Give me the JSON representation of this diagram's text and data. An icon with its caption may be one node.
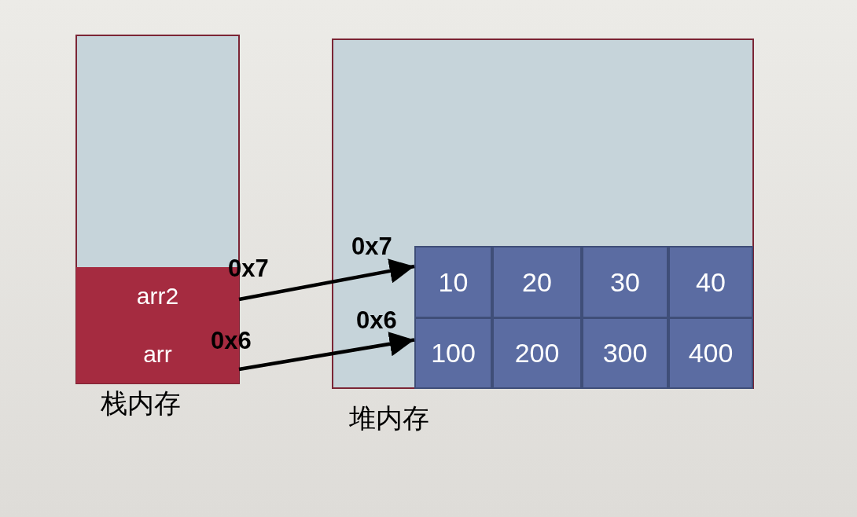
{
  "diagram": {
    "nodes": [
      {
        "text": [],
        "shape": "box",
        "beside": [
          "栈内存"
        ]
      },
      {
        "text": [
          "arr2"
        ],
        "in": 0
      },
      {
        "text": [
          "arr"
        ],
        "in": 0
      },
      {
        "text": [],
        "shape": "box",
        "beside": [
          "堆内存"
        ]
      },
      {
        "text": [],
        "shape": "bar",
        "in": 3,
        "beside": [
          "0x7"
        ]
      },
      {
        "text": [
          "10"
        ],
        "in": 4
      },
      {
        "text": [
          "20"
        ],
        "in": 4
      },
      {
        "text": [
          "30"
        ],
        "in": 4
      },
      {
        "text": [
          "40"
        ],
        "in": 4
      },
      {
        "text": [],
        "shape": "bar",
        "in": 3,
        "beside": [
          "0x6"
        ]
      },
      {
        "text": [
          "100"
        ],
        "in": 9
      },
      {
        "text": [
          "200"
        ],
        "in": 9
      },
      {
        "text": [
          "300"
        ],
        "in": 9
      },
      {
        "text": [
          "400"
        ],
        "in": 9
      }
    ],
    "edges": [
      {
        "from": 1,
        "to": 4,
        "arrow": "to",
        "label": "0x7"
      },
      {
        "from": 2,
        "to": 9,
        "arrow": "to",
        "label": "0x6"
      }
    ]
  }
}
